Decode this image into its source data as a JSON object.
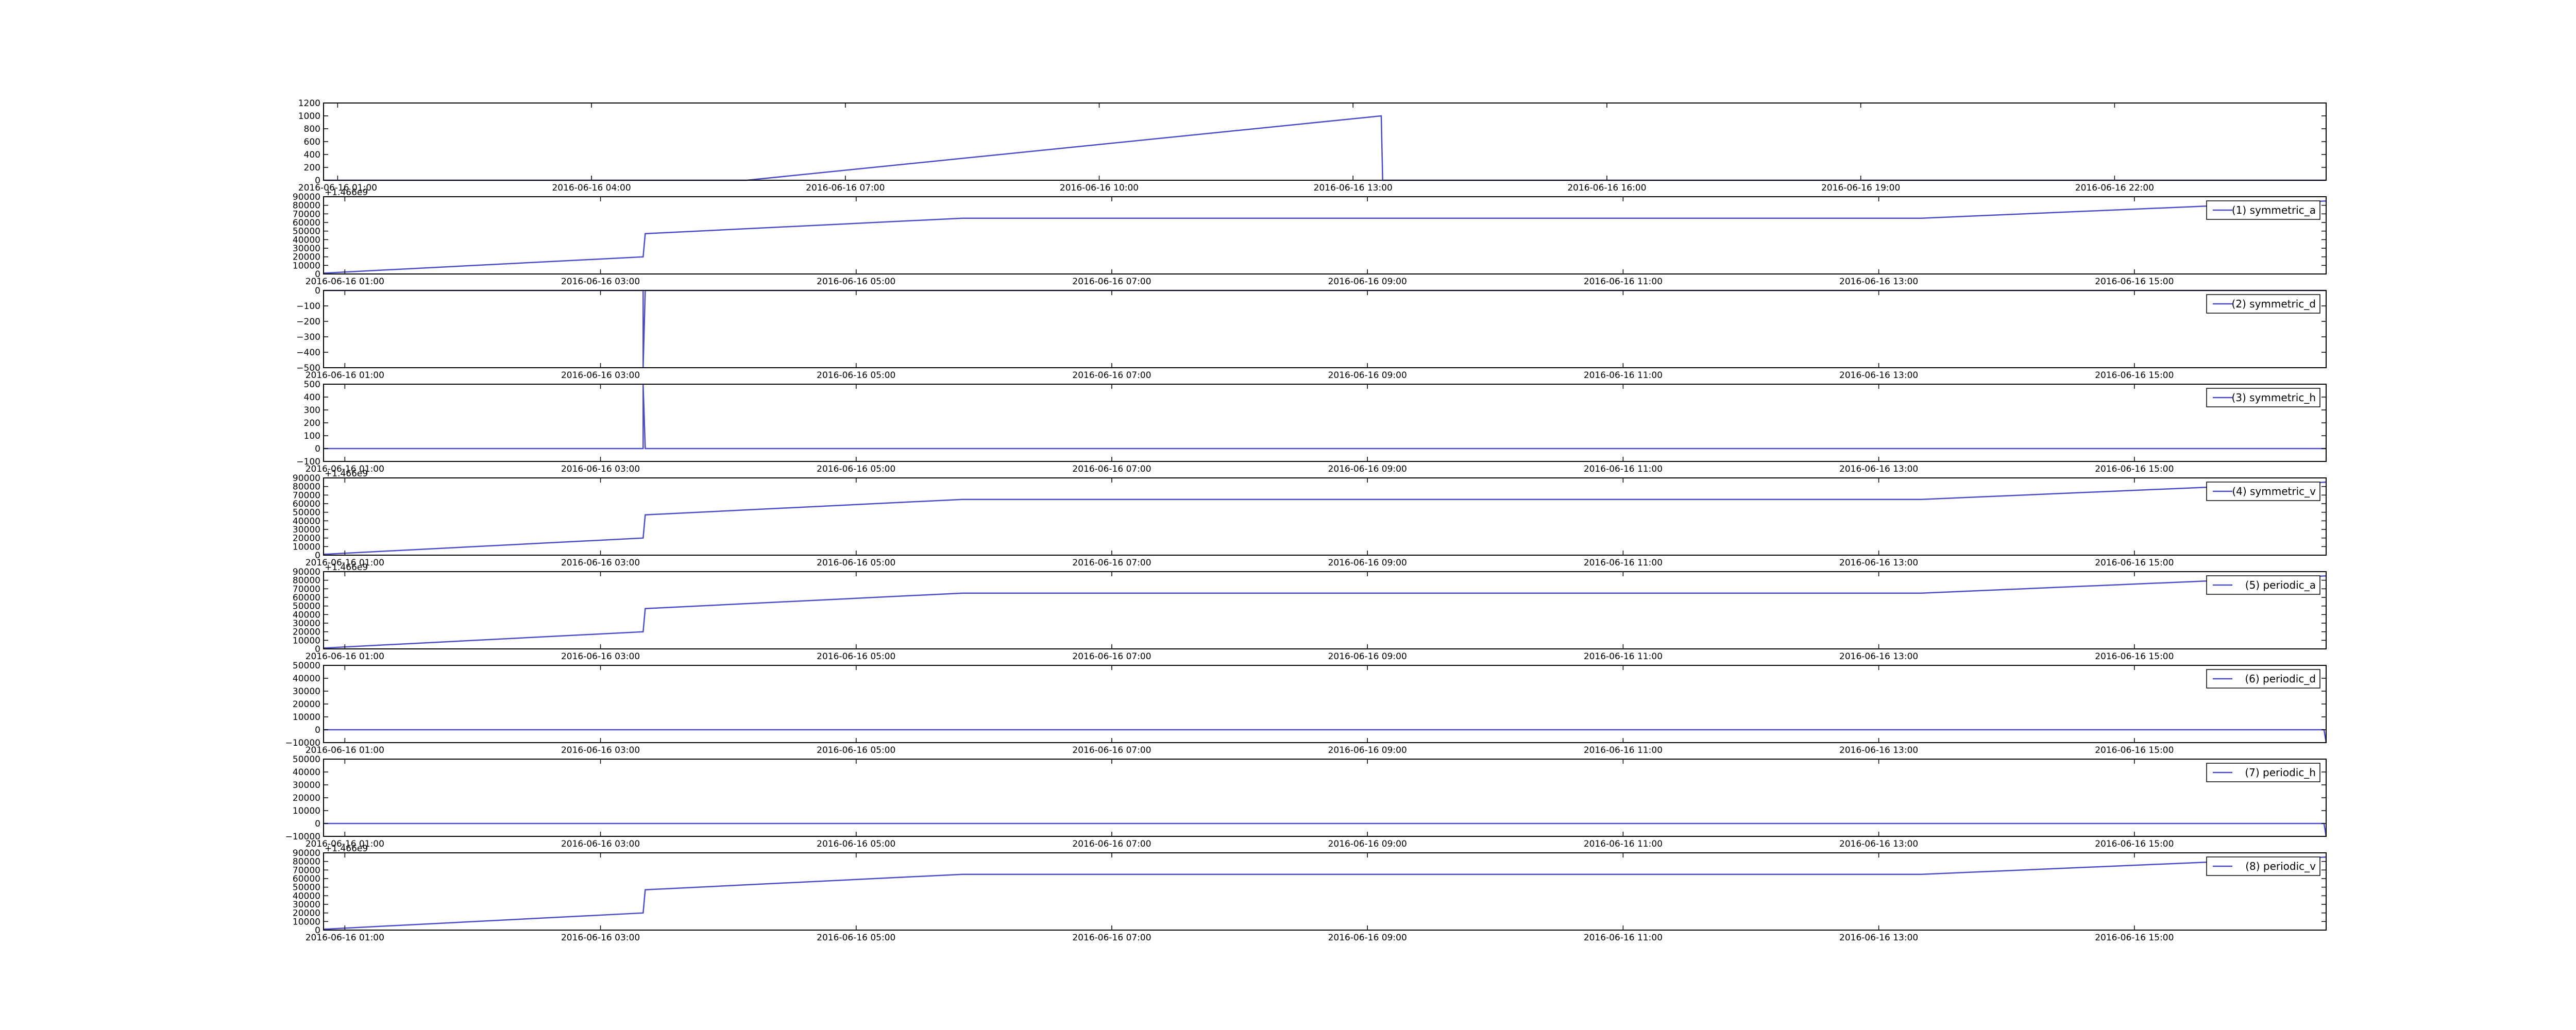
{
  "chart_data": [
    {
      "type": "line",
      "xaxis": {
        "start": "2016-06-16 00:50",
        "end": "2016-06-17 00:30",
        "ticks": [
          "2016-06-16 01:00",
          "2016-06-16 04:00",
          "2016-06-16 07:00",
          "2016-06-16 10:00",
          "2016-06-16 13:00",
          "2016-06-16 16:00",
          "2016-06-16 19:00",
          "2016-06-16 22:00"
        ]
      },
      "ylim": [
        0,
        1200
      ],
      "yticks": [
        "0",
        "200",
        "400",
        "600",
        "800",
        "1000",
        "1200"
      ],
      "offset_label": "",
      "series": [
        {
          "color": "#4a4ac8",
          "points": [
            [
              "2016-06-16 00:50",
              0
            ],
            [
              "2016-06-16 05:50",
              0
            ],
            [
              "2016-06-16 13:20",
              1000
            ],
            [
              "2016-06-16 13:21",
              0
            ],
            [
              "2016-06-17 00:30",
              0
            ]
          ]
        }
      ]
    },
    {
      "type": "line",
      "xaxis": {
        "start": "2016-06-16 00:50",
        "end": "2016-06-16 16:30",
        "ticks": [
          "2016-06-16 01:00",
          "2016-06-16 03:00",
          "2016-06-16 05:00",
          "2016-06-16 07:00",
          "2016-06-16 09:00",
          "2016-06-16 11:00",
          "2016-06-16 13:00",
          "2016-06-16 15:00"
        ]
      },
      "ylim": [
        0,
        90000
      ],
      "yticks": [
        "0",
        "10000",
        "20000",
        "30000",
        "40000",
        "50000",
        "60000",
        "70000",
        "80000",
        "90000"
      ],
      "offset_label": "+1.466e9",
      "series": [
        {
          "name": "(1) symmetric_a",
          "color": "#4a4ac8",
          "points": [
            [
              "2016-06-16 00:50",
              1000
            ],
            [
              "2016-06-16 03:20",
              20000
            ],
            [
              "2016-06-16 03:21",
              47000
            ],
            [
              "2016-06-16 05:50",
              65000
            ],
            [
              "2016-06-16 13:20",
              65000
            ],
            [
              "2016-06-16 16:30",
              85000
            ]
          ]
        }
      ]
    },
    {
      "type": "line",
      "xaxis": {
        "start": "2016-06-16 00:50",
        "end": "2016-06-16 16:30",
        "ticks": [
          "2016-06-16 01:00",
          "2016-06-16 03:00",
          "2016-06-16 05:00",
          "2016-06-16 07:00",
          "2016-06-16 09:00",
          "2016-06-16 11:00",
          "2016-06-16 13:00",
          "2016-06-16 15:00"
        ]
      },
      "ylim": [
        -500,
        0
      ],
      "yticks": [
        "0",
        "−100",
        "−200",
        "−300",
        "−400",
        "−500"
      ],
      "offset_label": "",
      "series": [
        {
          "name": "(2) symmetric_d",
          "color": "#4a4ac8",
          "points": [
            [
              "2016-06-16 00:50",
              0
            ],
            [
              "2016-06-16 03:20",
              0
            ],
            [
              "2016-06-16 03:20",
              -500
            ],
            [
              "2016-06-16 03:21",
              0
            ],
            [
              "2016-06-16 16:30",
              0
            ]
          ]
        }
      ]
    },
    {
      "type": "line",
      "xaxis": {
        "start": "2016-06-16 00:50",
        "end": "2016-06-16 16:30",
        "ticks": [
          "2016-06-16 01:00",
          "2016-06-16 03:00",
          "2016-06-16 05:00",
          "2016-06-16 07:00",
          "2016-06-16 09:00",
          "2016-06-16 11:00",
          "2016-06-16 13:00",
          "2016-06-16 15:00"
        ]
      },
      "ylim": [
        -100,
        500
      ],
      "yticks": [
        "−100",
        "0",
        "100",
        "200",
        "300",
        "400",
        "500"
      ],
      "offset_label": "",
      "series": [
        {
          "name": "(3) symmetric_h",
          "color": "#4a4ac8",
          "points": [
            [
              "2016-06-16 00:50",
              0
            ],
            [
              "2016-06-16 03:20",
              0
            ],
            [
              "2016-06-16 03:20",
              500
            ],
            [
              "2016-06-16 03:21",
              0
            ],
            [
              "2016-06-16 16:30",
              0
            ]
          ]
        }
      ]
    },
    {
      "type": "line",
      "xaxis": {
        "start": "2016-06-16 00:50",
        "end": "2016-06-16 16:30",
        "ticks": [
          "2016-06-16 01:00",
          "2016-06-16 03:00",
          "2016-06-16 05:00",
          "2016-06-16 07:00",
          "2016-06-16 09:00",
          "2016-06-16 11:00",
          "2016-06-16 13:00",
          "2016-06-16 15:00"
        ]
      },
      "ylim": [
        0,
        90000
      ],
      "yticks": [
        "0",
        "10000",
        "20000",
        "30000",
        "40000",
        "50000",
        "60000",
        "70000",
        "80000",
        "90000"
      ],
      "offset_label": "+1.466e9",
      "series": [
        {
          "name": "(4) symmetric_v",
          "color": "#4a4ac8",
          "points": [
            [
              "2016-06-16 00:50",
              1000
            ],
            [
              "2016-06-16 03:20",
              20000
            ],
            [
              "2016-06-16 03:21",
              47000
            ],
            [
              "2016-06-16 05:50",
              65000
            ],
            [
              "2016-06-16 13:20",
              65000
            ],
            [
              "2016-06-16 16:30",
              85000
            ]
          ]
        }
      ]
    },
    {
      "type": "line",
      "xaxis": {
        "start": "2016-06-16 00:50",
        "end": "2016-06-16 16:30",
        "ticks": [
          "2016-06-16 01:00",
          "2016-06-16 03:00",
          "2016-06-16 05:00",
          "2016-06-16 07:00",
          "2016-06-16 09:00",
          "2016-06-16 11:00",
          "2016-06-16 13:00",
          "2016-06-16 15:00"
        ]
      },
      "ylim": [
        0,
        90000
      ],
      "yticks": [
        "0",
        "10000",
        "20000",
        "30000",
        "40000",
        "50000",
        "60000",
        "70000",
        "80000",
        "90000"
      ],
      "offset_label": "+1.466e9",
      "series": [
        {
          "name": "(5) periodic_a",
          "color": "#4a4ac8",
          "points": [
            [
              "2016-06-16 00:50",
              1000
            ],
            [
              "2016-06-16 03:20",
              20000
            ],
            [
              "2016-06-16 03:21",
              47000
            ],
            [
              "2016-06-16 05:50",
              65000
            ],
            [
              "2016-06-16 13:20",
              65000
            ],
            [
              "2016-06-16 16:30",
              85000
            ]
          ]
        }
      ]
    },
    {
      "type": "line",
      "xaxis": {
        "start": "2016-06-16 00:50",
        "end": "2016-06-16 16:30",
        "ticks": [
          "2016-06-16 01:00",
          "2016-06-16 03:00",
          "2016-06-16 05:00",
          "2016-06-16 07:00",
          "2016-06-16 09:00",
          "2016-06-16 11:00",
          "2016-06-16 13:00",
          "2016-06-16 15:00"
        ]
      },
      "ylim": [
        -10000,
        50000
      ],
      "yticks": [
        "−10000",
        "0",
        "10000",
        "20000",
        "30000",
        "40000",
        "50000"
      ],
      "offset_label": "",
      "series": [
        {
          "name": "(6) periodic_d",
          "color": "#4a4ac8",
          "points": [
            [
              "2016-06-16 00:50",
              0
            ],
            [
              "2016-06-16 16:29",
              0
            ],
            [
              "2016-06-16 16:30",
              -10000
            ]
          ]
        }
      ]
    },
    {
      "type": "line",
      "xaxis": {
        "start": "2016-06-16 00:50",
        "end": "2016-06-16 16:30",
        "ticks": [
          "2016-06-16 01:00",
          "2016-06-16 03:00",
          "2016-06-16 05:00",
          "2016-06-16 07:00",
          "2016-06-16 09:00",
          "2016-06-16 11:00",
          "2016-06-16 13:00",
          "2016-06-16 15:00"
        ]
      },
      "ylim": [
        -10000,
        50000
      ],
      "yticks": [
        "−10000",
        "0",
        "10000",
        "20000",
        "30000",
        "40000",
        "50000"
      ],
      "offset_label": "",
      "series": [
        {
          "name": "(7) periodic_h",
          "color": "#4a4ac8",
          "points": [
            [
              "2016-06-16 00:50",
              0
            ],
            [
              "2016-06-16 16:29",
              0
            ],
            [
              "2016-06-16 16:30",
              -10000
            ]
          ]
        }
      ]
    },
    {
      "type": "line",
      "xaxis": {
        "start": "2016-06-16 00:50",
        "end": "2016-06-16 16:30",
        "ticks": [
          "2016-06-16 01:00",
          "2016-06-16 03:00",
          "2016-06-16 05:00",
          "2016-06-16 07:00",
          "2016-06-16 09:00",
          "2016-06-16 11:00",
          "2016-06-16 13:00",
          "2016-06-16 15:00"
        ]
      },
      "ylim": [
        0,
        90000
      ],
      "yticks": [
        "0",
        "10000",
        "20000",
        "30000",
        "40000",
        "50000",
        "60000",
        "70000",
        "80000",
        "90000"
      ],
      "offset_label": "+1.466e9",
      "series": [
        {
          "name": "(8) periodic_v",
          "color": "#4a4ac8",
          "points": [
            [
              "2016-06-16 00:50",
              1000
            ],
            [
              "2016-06-16 03:20",
              20000
            ],
            [
              "2016-06-16 03:21",
              47000
            ],
            [
              "2016-06-16 05:50",
              65000
            ],
            [
              "2016-06-16 13:20",
              65000
            ],
            [
              "2016-06-16 16:30",
              85000
            ]
          ]
        }
      ]
    }
  ]
}
